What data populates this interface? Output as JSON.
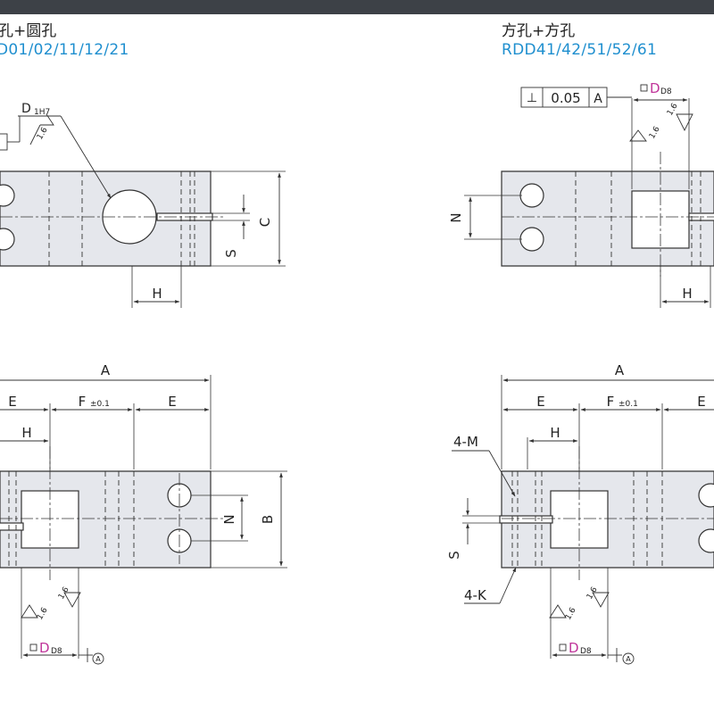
{
  "left_panel": {
    "title": "孔+圆孔",
    "code": "D01/02/11/12/21"
  },
  "right_panel": {
    "title": "方孔+方孔",
    "code": "RDD41/42/51/52/61"
  },
  "labels": {
    "d1": "D",
    "d1_sub": "1H7",
    "roughness": "1.6",
    "C": "C",
    "S": "S",
    "H": "H",
    "N": "N",
    "A": "A",
    "B": "B",
    "E": "E",
    "F": "F",
    "F_tol": "±0.1",
    "D": "D",
    "D_sub": "D8",
    "tolerance_symbol": "⊥",
    "tolerance_value": "0.05",
    "datum": "A",
    "four_m": "4-M",
    "four_k": "4-K"
  },
  "colors": {
    "part_fill": "#e5e7ec",
    "part_stroke": "#3a3a3a",
    "accent_blue": "#1f8fcf",
    "accent_magenta": "#c0359a",
    "top_bar": "#3d4147"
  }
}
